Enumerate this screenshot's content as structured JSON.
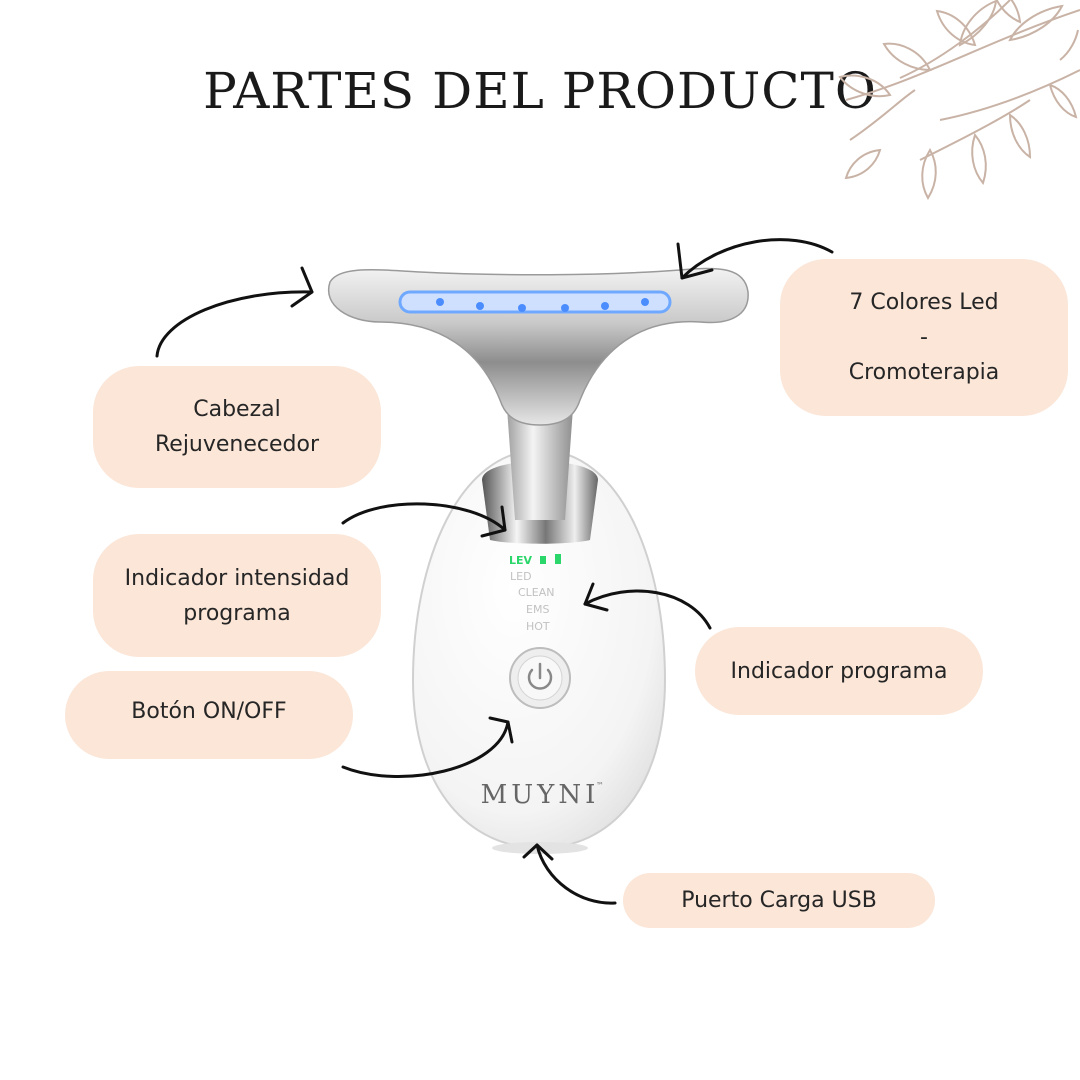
{
  "page": {
    "title": "PARTES DEL PRODUCTO"
  },
  "device": {
    "brand": "MUYNI",
    "brand_mark": "™",
    "display_lines": [
      "LEV",
      "LED",
      "CLEAN",
      "EMS",
      "HOT"
    ]
  },
  "labels": {
    "cabezal": [
      "Cabezal",
      "Rejuvenecedor"
    ],
    "colores": [
      "7 Colores Led",
      "-",
      "Cromoterapia"
    ],
    "intensidad": [
      "Indicador intensidad",
      "programa"
    ],
    "programa": "Indicador programa",
    "boton": "Botón ON/OFF",
    "usb": "Puerto Carga USB"
  },
  "colors": {
    "pill_background": "#fbe6d8",
    "accent_branch": "#c9b3a6",
    "led_blue": "#6fa8ff",
    "display_green": "#2bd66b"
  }
}
